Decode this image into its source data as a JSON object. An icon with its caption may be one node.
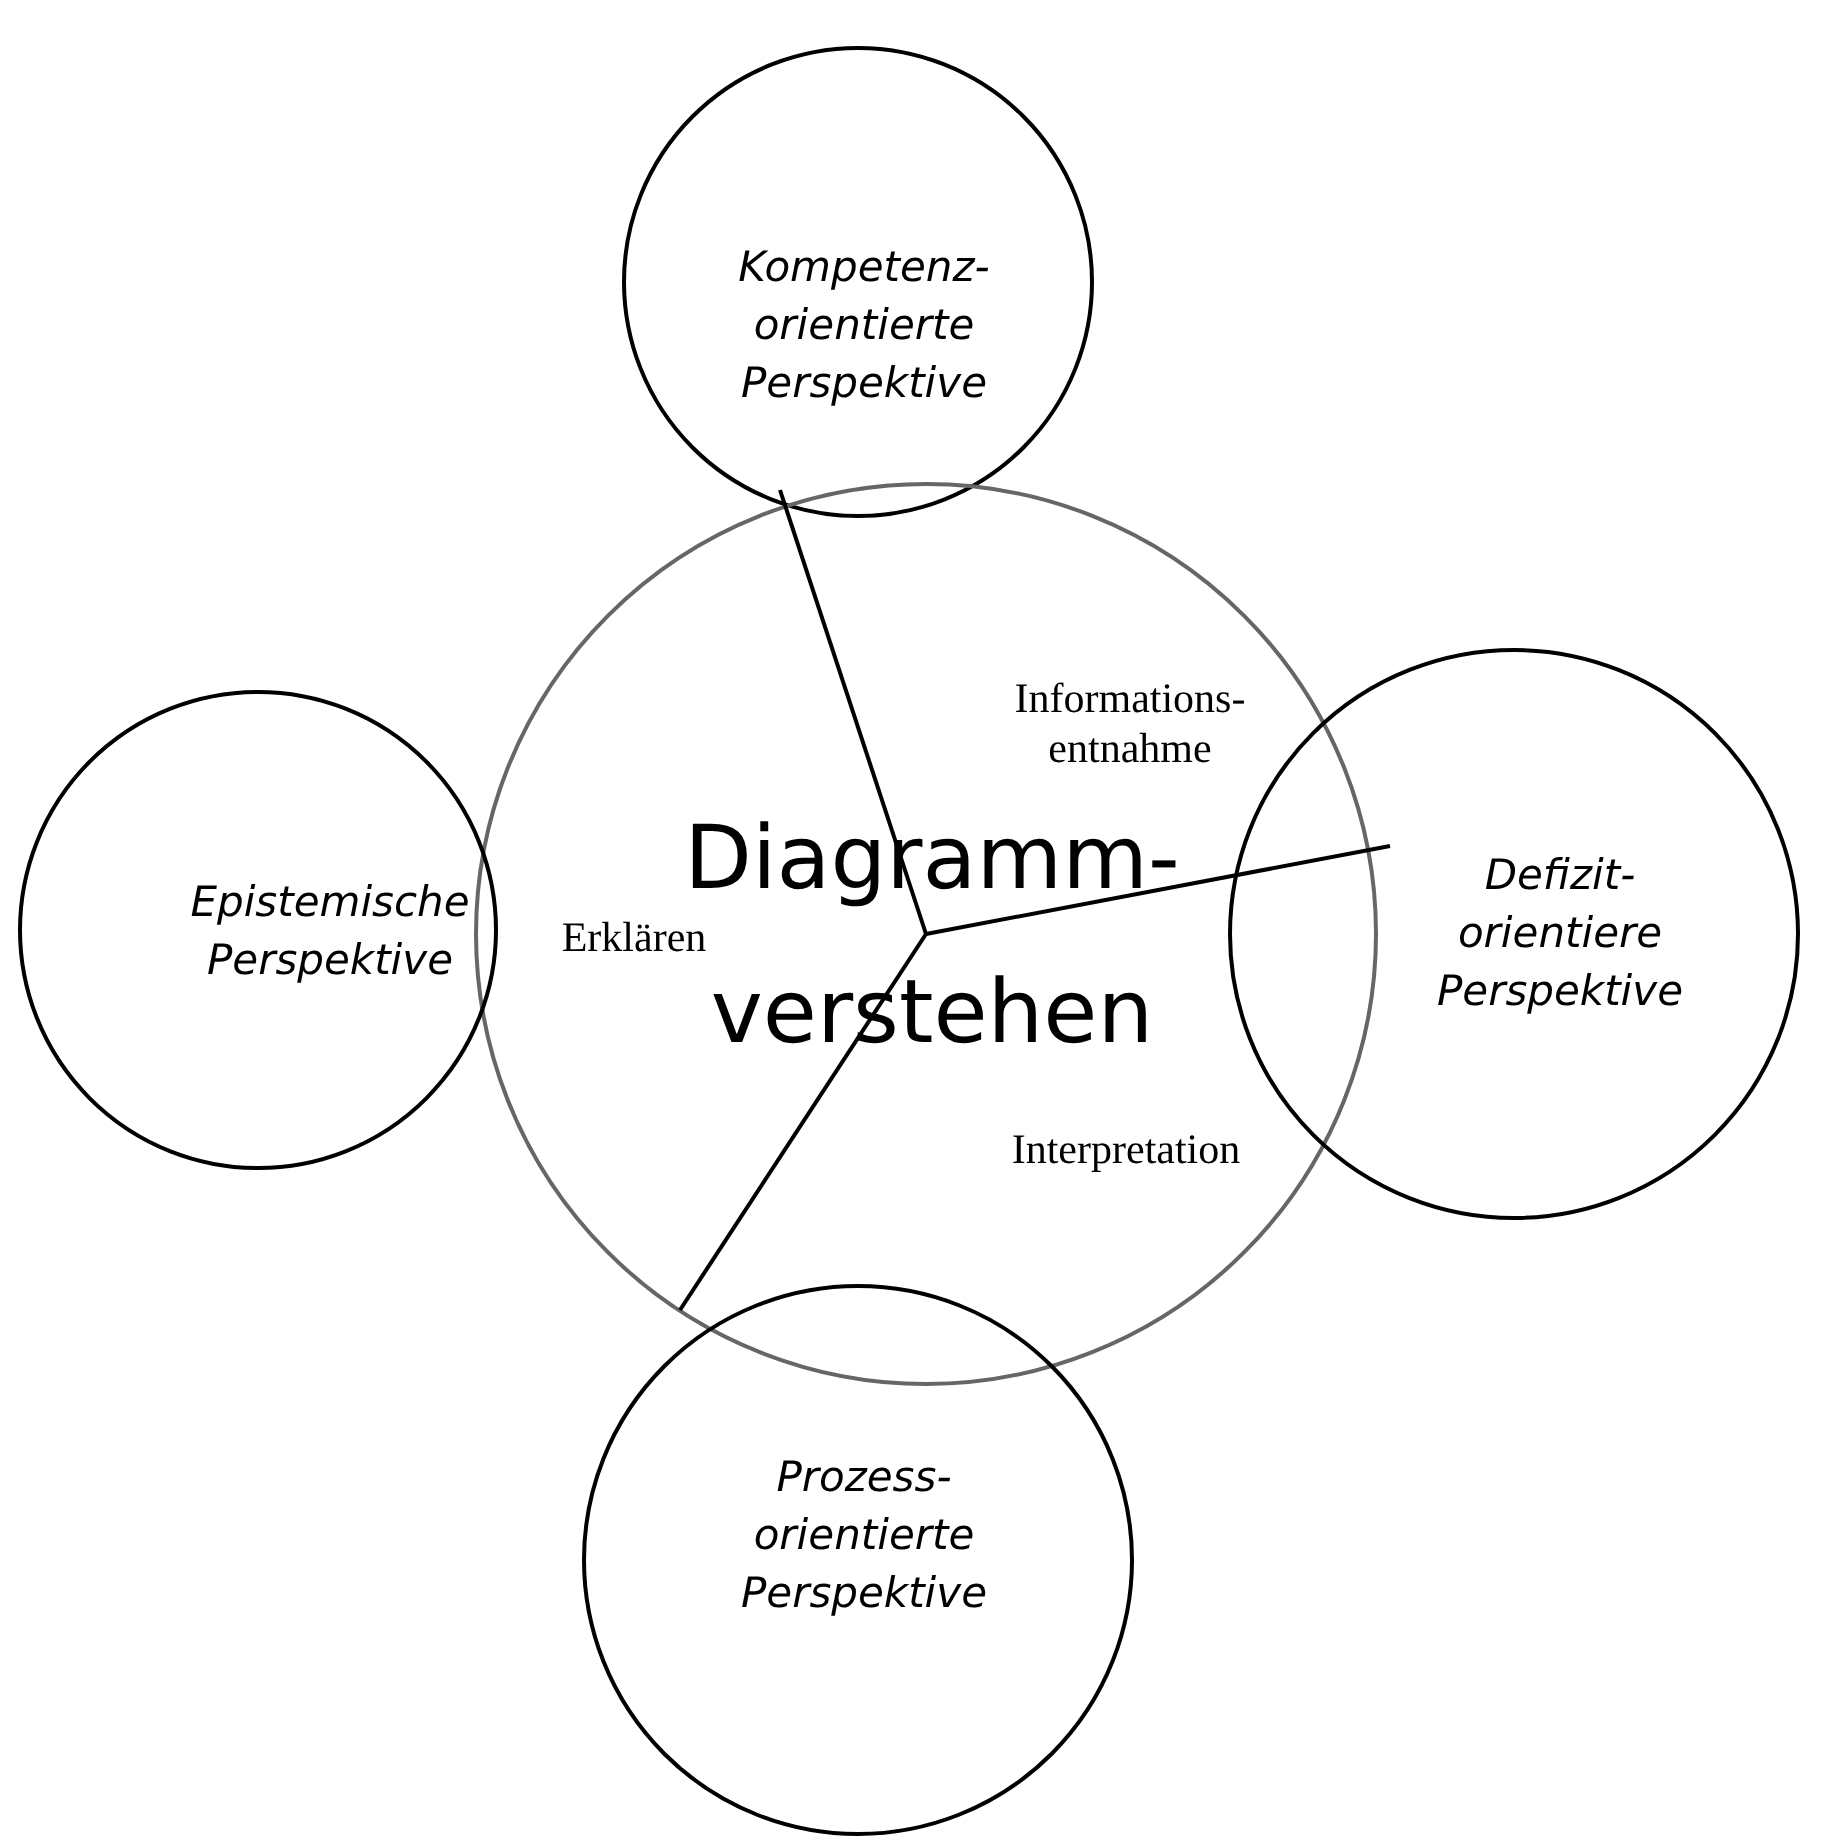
{
  "diagram": {
    "nodes": [
      {
        "text": [
          "Kompetenz- orientierte Perspektive"
        ]
      },
      {
        "text": [
          "Diagramm- verstehen"
        ]
      },
      {
        "text": [
          "Epistemische Perspektive"
        ]
      },
      {
        "text": [
          "Defizit- orientiere Perspektive"
        ]
      },
      {
        "text": [
          "Prozess- orientierte Perspektive"
        ]
      }
    ],
    "edges": [],
    "labels": [
      "Informations- entnahme",
      "Erklären",
      "Interpretation"
    ]
  }
}
